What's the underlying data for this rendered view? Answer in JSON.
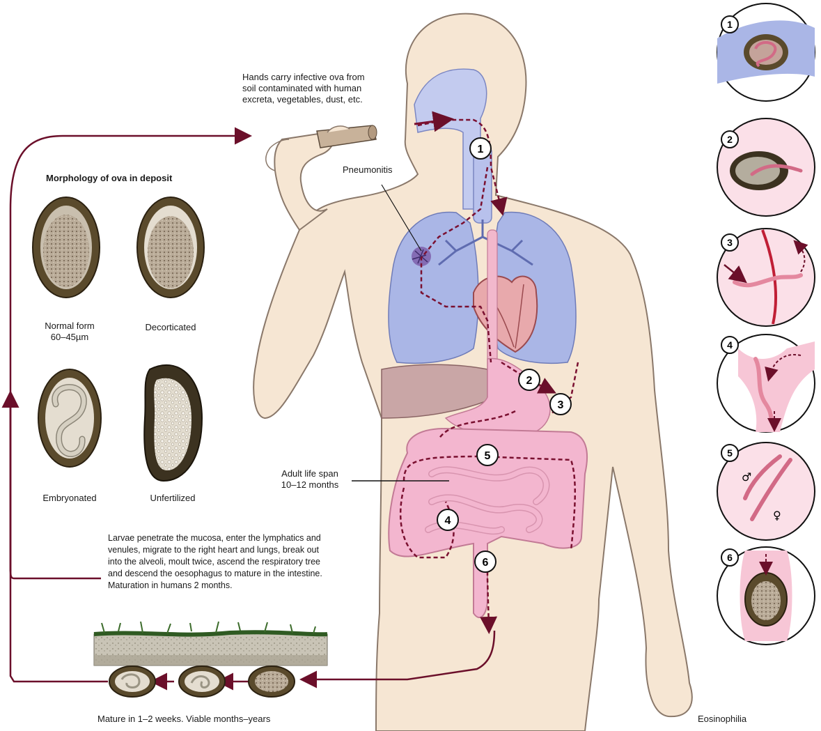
{
  "diagram": {
    "hands_caption": [
      "Hands carry infective ova from",
      "soil contaminated with human",
      "excreta, vegetables, dust, etc."
    ],
    "morphology_title": "Morphology of ova in deposit",
    "ova": [
      {
        "label_lines": [
          "Normal form",
          "60–45µm"
        ]
      },
      {
        "label_lines": [
          "Decorticated"
        ]
      },
      {
        "label_lines": [
          "Embryonated"
        ]
      },
      {
        "label_lines": [
          "Unfertilized"
        ]
      }
    ],
    "pneumonitis_label": "Pneumonitis",
    "adult_life_span": [
      "Adult life span",
      "10–12 months"
    ],
    "larvae_text": [
      "Larvae penetrate the mucosa, enter the lymphatics and",
      "venules, migrate to the right heart and lungs, break out",
      "into the alveoli, moult twice, ascend the respiratory tree",
      "and descend the oesophagus to mature in the intestine.",
      "Maturation in humans 2 months."
    ],
    "soil_caption": "Mature in 1–2 weeks. Viable months–years",
    "eosinophilia_label": "Eosinophilia",
    "stage_markers": [
      "1",
      "2",
      "3",
      "4",
      "5",
      "6"
    ],
    "inset_numbers": [
      "1",
      "2",
      "3",
      "4",
      "5",
      "6"
    ],
    "sex_symbols": {
      "male": "♂",
      "female": "♀"
    }
  },
  "colors": {
    "skin": "#f6e6d3",
    "skin_outline": "#7a6a5a",
    "lung": "#aab6e6",
    "intestine": "#f3b6cf",
    "liver": "#c9a6a6",
    "path": "#7a1030",
    "heart": "#e8a9ac",
    "shell": "#4a3a22"
  }
}
